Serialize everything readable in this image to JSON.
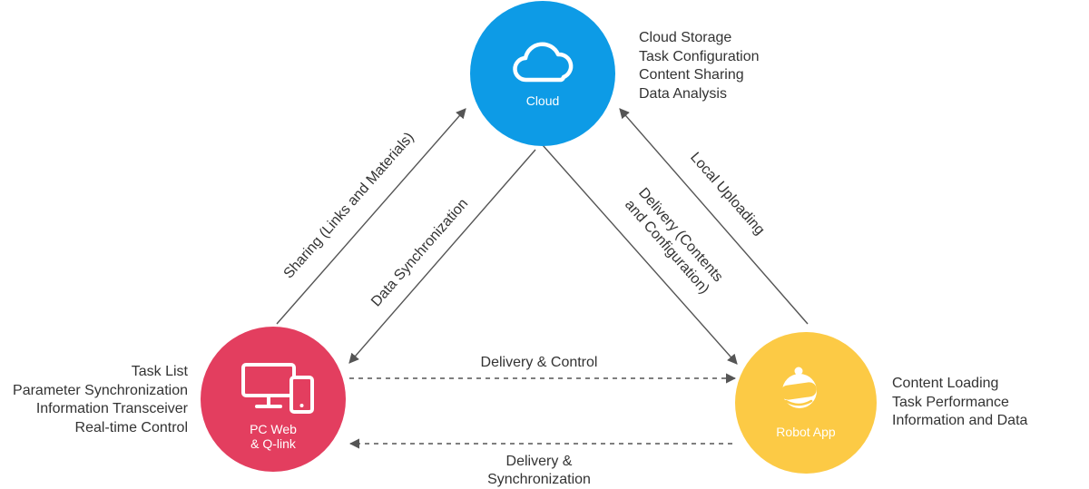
{
  "nodes": {
    "cloud": {
      "label": "Cloud",
      "color": "#0d9be6",
      "icon": "cloud-icon"
    },
    "pc": {
      "label_line1": "PC Web",
      "label_line2": "& Q-link",
      "color": "#e33e5f",
      "icon": "monitor-phone-icon"
    },
    "robot": {
      "label": "Robot App",
      "color": "#fcca45",
      "icon": "robot-icon"
    }
  },
  "features": {
    "cloud": [
      "Cloud Storage",
      "Task Configuration",
      "Content Sharing",
      "Data Analysis"
    ],
    "pc": [
      "Task List",
      "Parameter Synchronization",
      "Information Transceiver",
      "Real-time Control"
    ],
    "robot": [
      "Content Loading",
      "Task Performance",
      "Information and Data"
    ]
  },
  "edges": {
    "sharing": "Sharing (Links and Materials)",
    "data_sync": "Data Synchronization",
    "delivery_cc_line1": "Delivery (Contents",
    "delivery_cc_line2": "and Configuration)",
    "local_upload": "Local Uploading",
    "delivery_control": "Delivery & Control",
    "delivery_sync_line1": "Delivery &",
    "delivery_sync_line2": "Synchronization"
  },
  "colors": {
    "line": "#555555",
    "text": "#333333"
  }
}
